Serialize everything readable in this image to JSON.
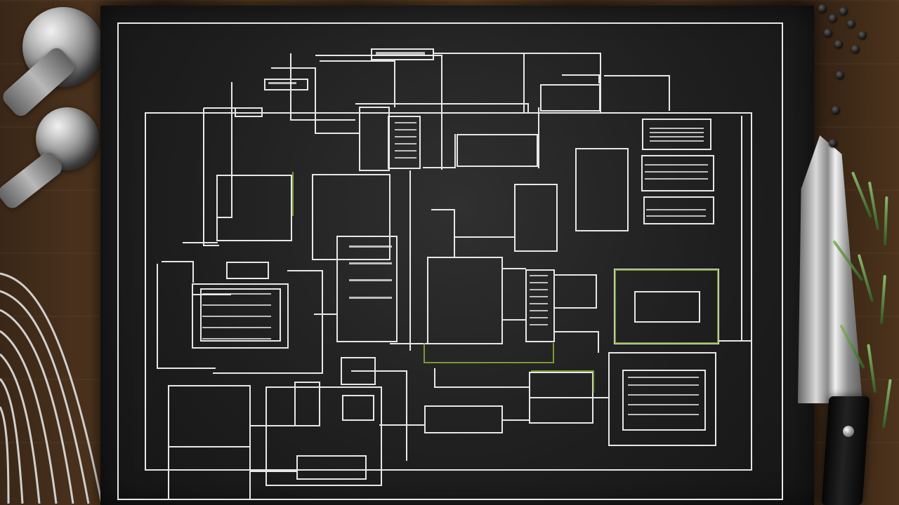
{
  "scene": {
    "background": "wooden-table",
    "board_color": "#202020",
    "line_color": "#f2f2f2",
    "accent_color": "#83a63a"
  },
  "objects": {
    "left_tools": [
      "measuring-spoon",
      "whisk"
    ],
    "right_tools": [
      "chef-knife",
      "peppercorns",
      "rosemary"
    ]
  }
}
